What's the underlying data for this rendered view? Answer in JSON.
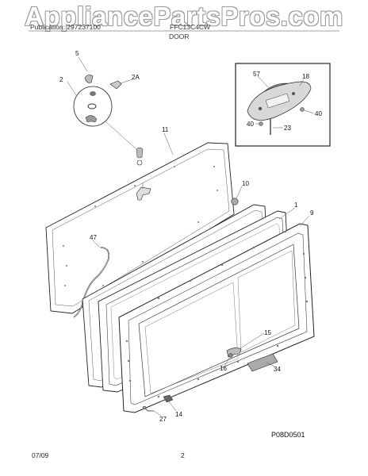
{
  "watermark": "AppliancePartsPros.com",
  "header": {
    "left": "Publication: 297237100",
    "model": "FFC13C4CW",
    "section": "DOOR"
  },
  "diagram_code": "P08D0501",
  "footer": {
    "date": "07/09",
    "page": "2"
  },
  "callouts": {
    "c5": "5",
    "c2": "2",
    "c2a": "2A",
    "c11": "11",
    "c10": "10",
    "c1": "1",
    "c9": "9",
    "c47": "47",
    "c15": "15",
    "c16": "16",
    "c34": "34",
    "c14": "14",
    "c27": "27",
    "c57": "57",
    "c18": "18",
    "c40a": "40",
    "c40b": "40",
    "c23": "23"
  }
}
